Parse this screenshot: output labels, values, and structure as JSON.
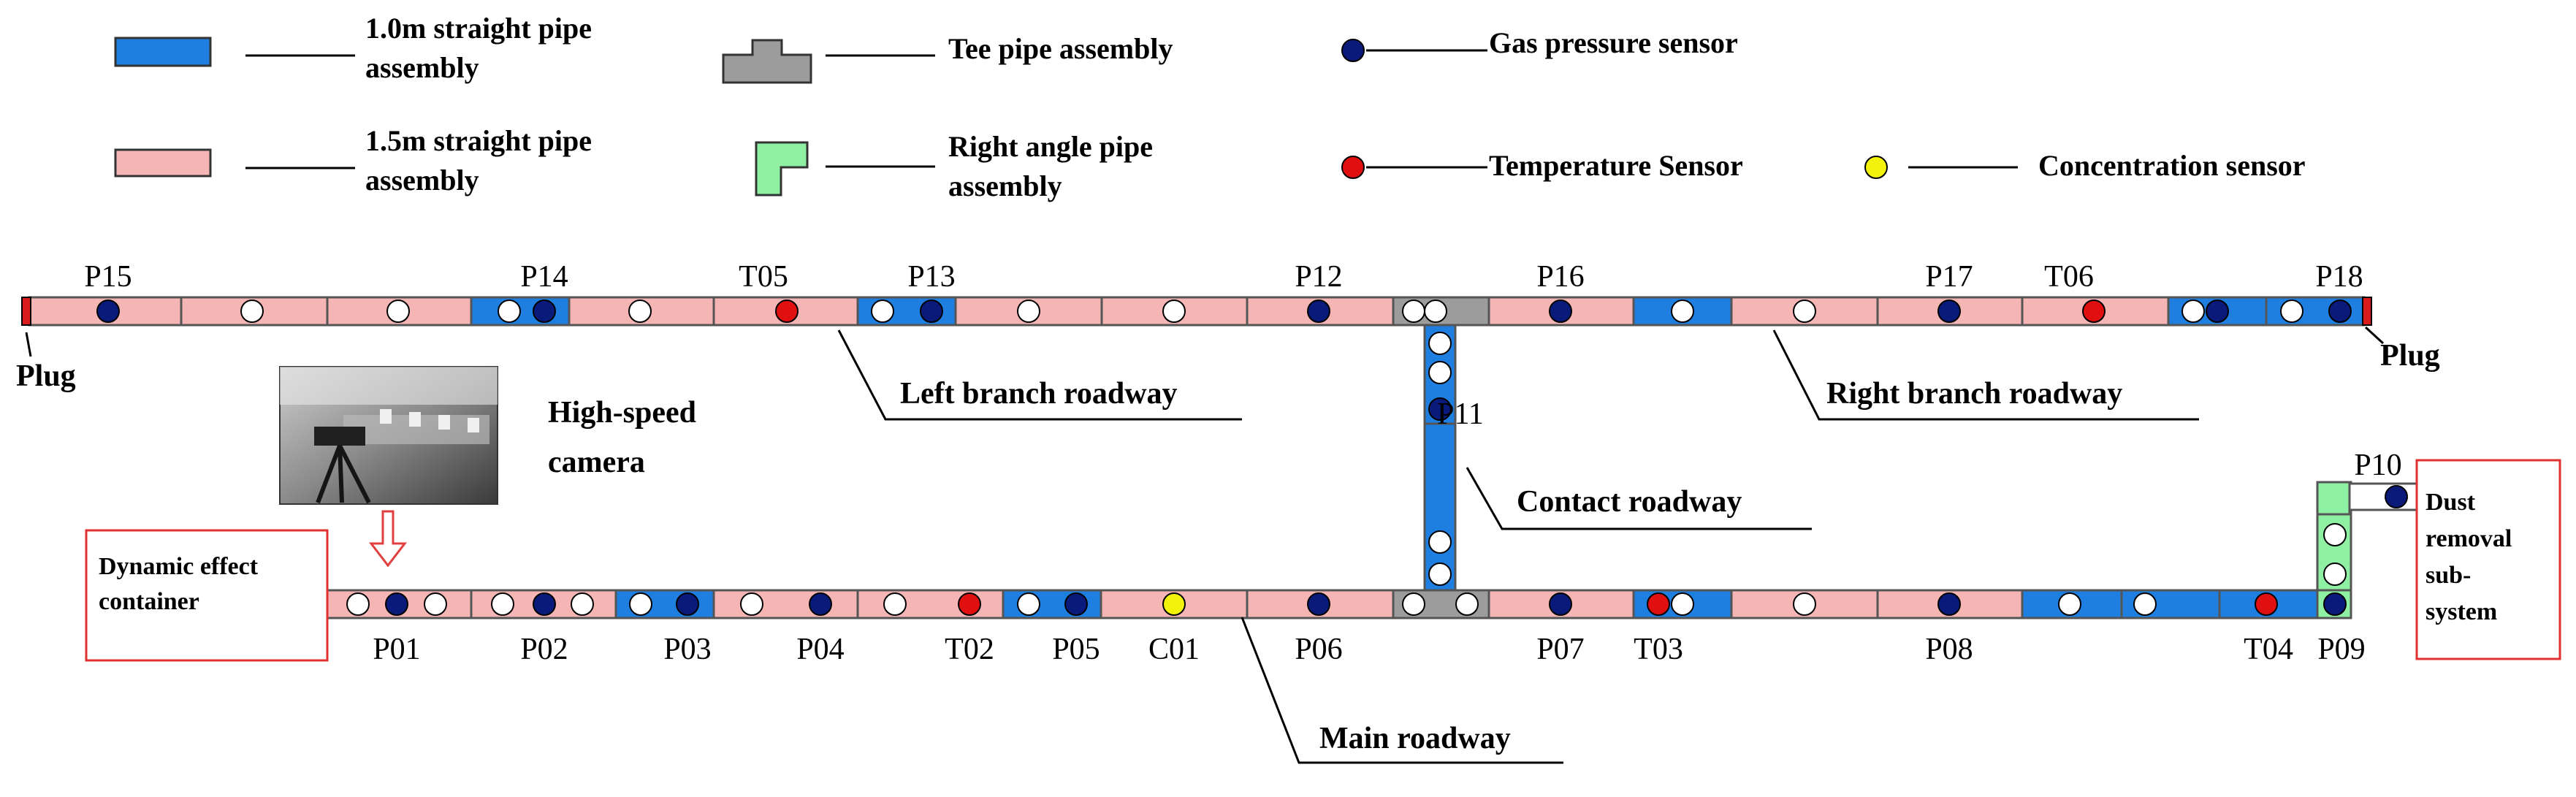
{
  "colors": {
    "pipe_1_0m": "#1e7fe0",
    "pipe_1_5m": "#f5b5b5",
    "tee": "#9c9c9c",
    "right_angle": "#8ff0a4",
    "gas_pressure_sensor": "#0a1a7a",
    "temperature_sensor": "#e01010",
    "concentration_sensor": "#f2f20a",
    "outline": "#555555",
    "plug": "#d81c1c",
    "box_border": "#e03030",
    "arrow": "#e04040"
  },
  "legend": {
    "pipe_1_0m": "1.0m straight pipe assembly",
    "pipe_1_5m": "1.5m straight pipe assembly",
    "tee": "Tee pipe assembly",
    "right_angle": "Right angle pipe assembly",
    "gas_pressure_sensor": "Gas pressure sensor",
    "temperature_sensor": "Temperature Sensor",
    "concentration_sensor": "Concentration sensor"
  },
  "labels": {
    "plug_left": "Plug",
    "plug_right": "Plug",
    "left_branch_roadway": "Left branch roadway",
    "right_branch_roadway": "Right branch roadway",
    "contact_roadway": "Contact roadway",
    "main_roadway": "Main roadway",
    "high_speed_camera": "High-speed camera",
    "dynamic_effect_container": "Dynamic effect container",
    "dust_removal_subsystem": "Dust removal sub- system"
  },
  "icons": [
    "camera-photo",
    "down-arrow-icon"
  ],
  "sensors": {
    "top": [
      "P15",
      "P14",
      "T05",
      "P13",
      "P12",
      "P16",
      "P17",
      "T06",
      "P18"
    ],
    "vertical": [
      "P11",
      "P10"
    ],
    "bottom": [
      "P01",
      "P02",
      "P03",
      "P04",
      "T02",
      "P05",
      "C01",
      "P06",
      "P07",
      "T03",
      "P08",
      "T04",
      "P09"
    ]
  }
}
